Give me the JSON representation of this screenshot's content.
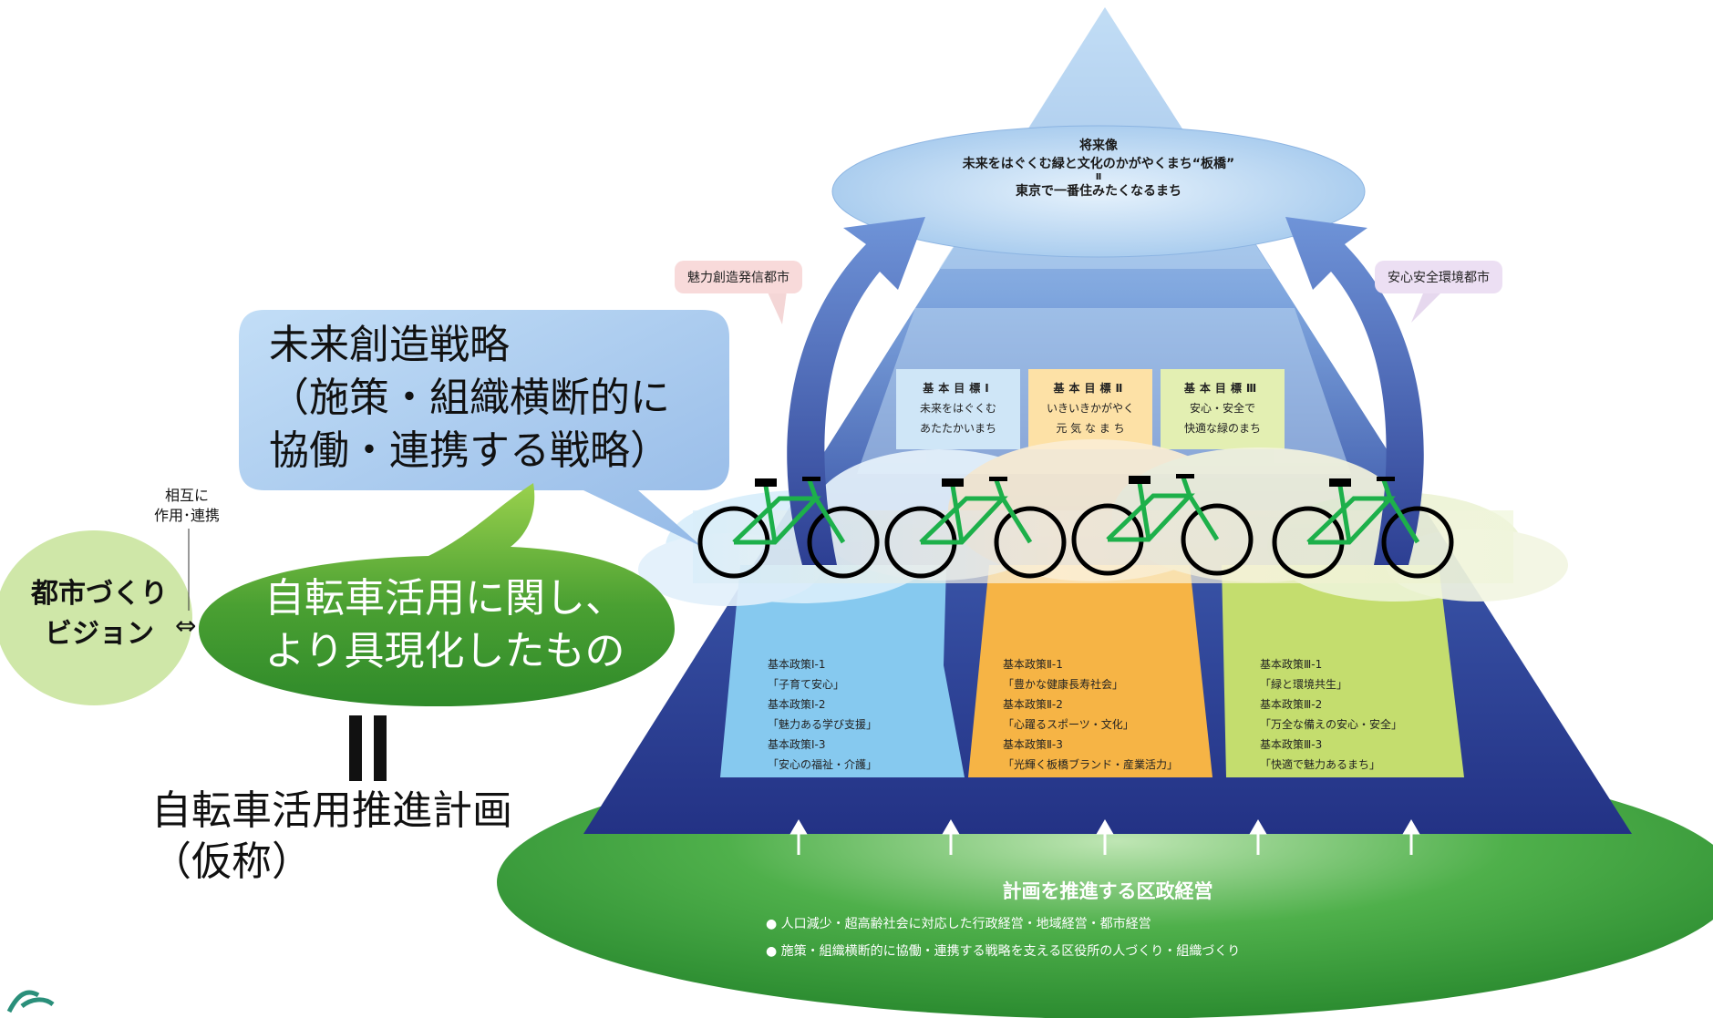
{
  "vision": {
    "line1": "将来像",
    "line2": "未来をはぐくむ緑と文化のかがやくまち“板橋”",
    "line3": "Ⅱ",
    "line4": "東京で一番住みたくなるまち"
  },
  "side_tags": {
    "left": "魅力創造発信都市",
    "right": "安心安全環境都市"
  },
  "goals": [
    {
      "head": "基本目標Ⅰ",
      "line1": "未来をはぐくむ",
      "line2": "あたたかいまち",
      "color": "#bfe0f4"
    },
    {
      "head": "基本目標Ⅱ",
      "line1": "いきいきかがやく",
      "line2": "元 気 な ま ち",
      "color": "#fde1a6"
    },
    {
      "head": "基本目標Ⅲ",
      "line1": "安心・安全で",
      "line2": "快適な緑のまち",
      "color": "#ddeaa6"
    }
  ],
  "policies": [
    {
      "color": "#86c9ef",
      "lines": [
        "基本政策Ⅰ-1",
        "「子育て安心」",
        "基本政策Ⅰ-2",
        "「魅力ある学び支援」",
        "基本政策Ⅰ-3",
        "「安心の福祉・介護」"
      ]
    },
    {
      "color": "#f6b445",
      "lines": [
        "基本政策Ⅱ-1",
        "「豊かな健康長寿社会」",
        "基本政策Ⅱ-2",
        "「心躍るスポーツ・文化」",
        "基本政策Ⅱ-3",
        "「光輝く板橋ブランド・産業活力」"
      ]
    },
    {
      "color": "#c4dd6e",
      "lines": [
        "基本政策Ⅲ-1",
        "「緑と環境共生」",
        "基本政策Ⅲ-2",
        "「万全な備えの安心・安全」",
        "基本政策Ⅲ-3",
        "「快適で魅力あるまち」"
      ]
    }
  ],
  "management": {
    "title": "計画を推進する区政経営",
    "items": [
      "● 人口減少・超高齢社会に対応した行政経営・地域経営・都市経営",
      "● 施策・組織横断的に協働・連携する戦略を支える区役所の人づくり・組織づくり"
    ]
  },
  "callouts": {
    "blue_line1": "未来創造戦略",
    "blue_line2": "（施策・組織横断的に",
    "blue_line3": "協働・連携する戦略）",
    "green_line1": "自転車活用に関し、",
    "green_line2": "より具現化したもの"
  },
  "left_circle": {
    "line1": "都市づくり",
    "line2": "ビジョン"
  },
  "mutual": {
    "line1": "相互に",
    "line2": "作用･連携",
    "arrow": "⇔"
  },
  "plan": {
    "line1": "自転車活用推進計画",
    "line2": "（仮称）"
  },
  "colors": {
    "pyramid_dark": "#2b3c8f",
    "pyramid_light": "#a7cbee",
    "ellipse_green": "#3ea843",
    "callout_blue": "#a9cdee",
    "callout_green": "#4aa032",
    "bike_green": "#1db04a"
  }
}
